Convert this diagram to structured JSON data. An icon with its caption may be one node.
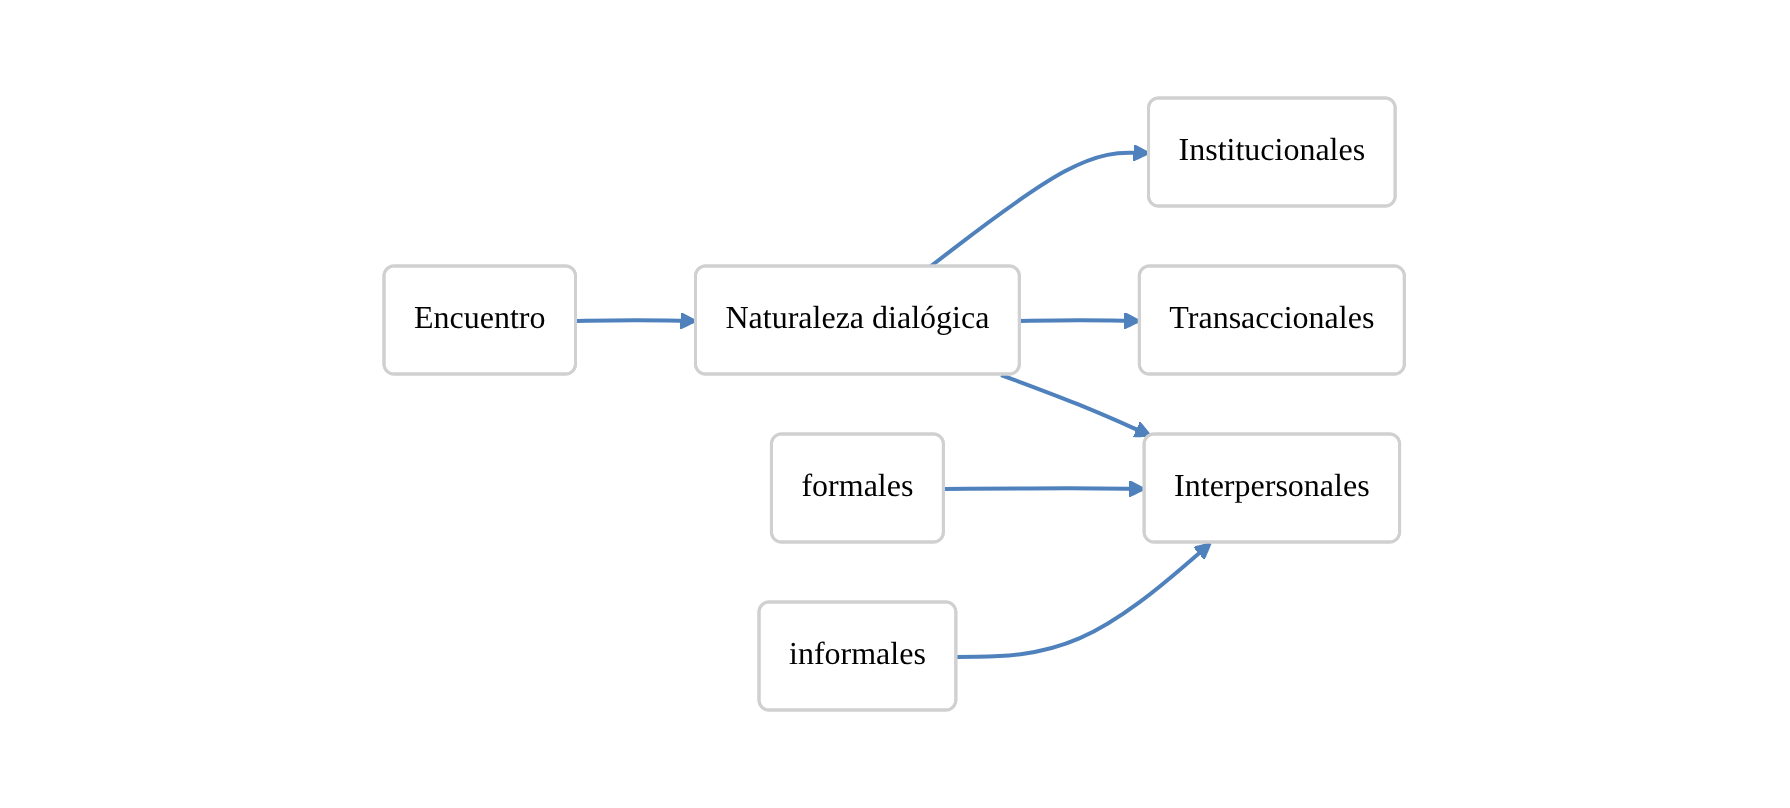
{
  "diagram": {
    "nodes": [
      {
        "text": [
          "Encuentro"
        ]
      },
      {
        "text": [
          "Naturaleza dialógica"
        ]
      },
      {
        "text": [
          "Institucionales"
        ]
      },
      {
        "text": [
          "Transaccionales"
        ]
      },
      {
        "text": [
          "Interpersonales"
        ]
      },
      {
        "text": [
          "formales"
        ]
      },
      {
        "text": [
          "informales"
        ]
      }
    ],
    "edges": [
      {
        "from": 0,
        "to": 1,
        "arrow": "to"
      },
      {
        "from": 1,
        "to": 2,
        "arrow": "to"
      },
      {
        "from": 1,
        "to": 3,
        "arrow": "to"
      },
      {
        "from": 1,
        "to": 4,
        "arrow": "to"
      },
      {
        "from": 5,
        "to": 4,
        "arrow": "to"
      },
      {
        "from": 6,
        "to": 4,
        "arrow": "to"
      }
    ]
  }
}
